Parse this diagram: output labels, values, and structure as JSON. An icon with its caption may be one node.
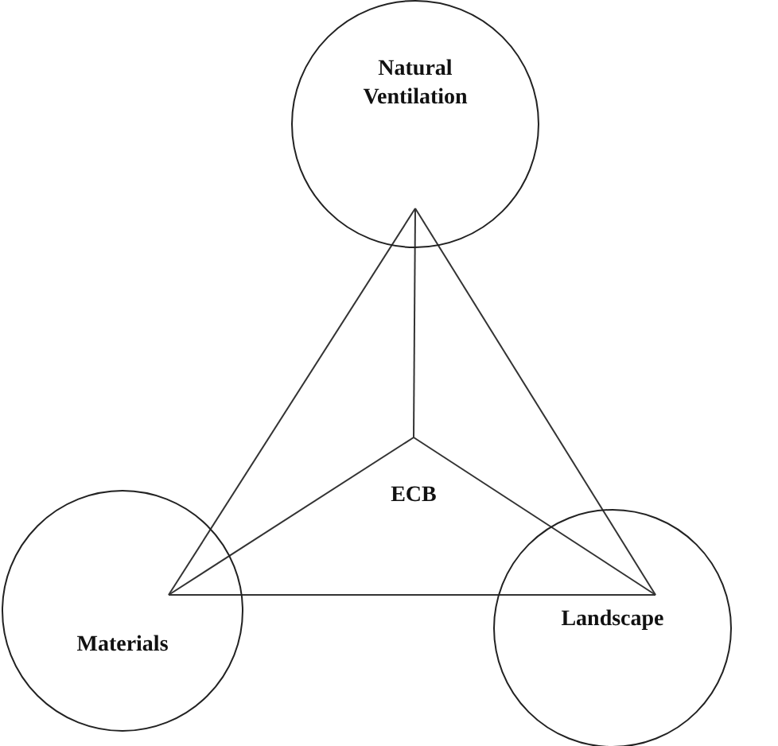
{
  "diagram": {
    "nodes": [
      {
        "text": [
          "Natural Ventilation"
        ]
      },
      {
        "text": [
          "Materials"
        ]
      },
      {
        "text": [
          "Landscape"
        ]
      },
      {
        "text": [
          "ECB"
        ]
      }
    ],
    "edges": [
      {
        "from": 0,
        "to": 1,
        "arrow": "none"
      },
      {
        "from": 1,
        "to": 2,
        "arrow": "none"
      },
      {
        "from": 2,
        "to": 0,
        "arrow": "none"
      },
      {
        "from": 3,
        "to": 0,
        "arrow": "none"
      },
      {
        "from": 3,
        "to": 1,
        "arrow": "none"
      },
      {
        "from": 3,
        "to": 2,
        "arrow": "none"
      }
    ]
  }
}
